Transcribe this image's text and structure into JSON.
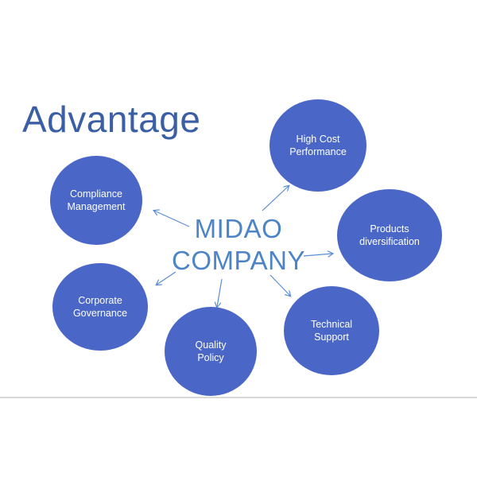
{
  "title": "Advantage",
  "center": {
    "line1": "MIDAO",
    "line2": "COMPANY"
  },
  "nodes": {
    "compliance": {
      "line1": "Compliance",
      "line2": "Management"
    },
    "high_cost": {
      "line1": "High Cost",
      "line2": "Performance"
    },
    "products": {
      "line1": "Products",
      "line2": "diversification"
    },
    "technical": {
      "line1": "Technical",
      "line2": "Support"
    },
    "quality": {
      "line1": "Quality",
      "line2": "Policy"
    },
    "corporate": {
      "line1": "Corporate",
      "line2": "Governance"
    }
  },
  "colors": {
    "node_fill": "#4a67c7",
    "title": "#3b5fa5",
    "center_text": "#4d84c8",
    "arrow": "#5b8ed4"
  }
}
